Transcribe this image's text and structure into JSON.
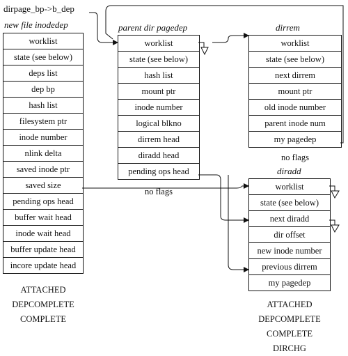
{
  "label_dirpage": "dirpage_bp->b_dep",
  "structs": {
    "inodedep": {
      "title": "new file inodedep",
      "fields": [
        "worklist",
        "state (see below)",
        "deps list",
        "dep bp",
        "hash list",
        "filesystem ptr",
        "inode number",
        "nlink delta",
        "saved inode ptr",
        "saved size",
        "pending ops head",
        "buffer wait head",
        "inode wait head",
        "buffer update head",
        "incore update head"
      ],
      "flags": [
        "ATTACHED",
        "DEPCOMPLETE",
        "COMPLETE"
      ]
    },
    "pagedep": {
      "title": "parent dir pagedep",
      "fields": [
        "worklist",
        "state (see below)",
        "hash list",
        "mount ptr",
        "inode number",
        "logical blkno",
        "dirrem head",
        "diradd head",
        "pending ops head"
      ],
      "flags": [
        "no flags"
      ]
    },
    "dirrem": {
      "title": "dirrem",
      "fields": [
        "worklist",
        "state (see below)",
        "next dirrem",
        "mount ptr",
        "old inode number",
        "parent inode num",
        "my pagedep"
      ],
      "flags": [
        "no flags"
      ]
    },
    "diradd": {
      "title": "diradd",
      "fields": [
        "worklist",
        "state (see below)",
        "next diradd",
        "dir offset",
        "new inode number",
        "previous dirrem",
        "my pagedep"
      ],
      "flags": [
        "ATTACHED",
        "DEPCOMPLETE",
        "COMPLETE",
        "DIRCHG"
      ]
    }
  }
}
